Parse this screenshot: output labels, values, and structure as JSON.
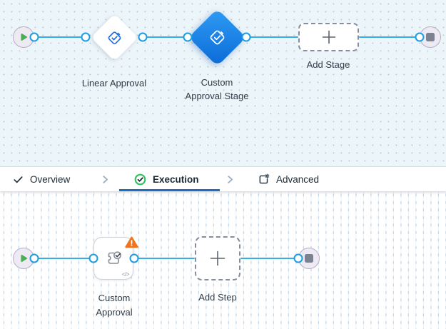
{
  "colors": {
    "edge_blue": "#36ade5",
    "port_blue": "#1e9ce0",
    "selected_blue_start": "#2f9cf4",
    "selected_blue_end": "#0b6ad6",
    "stage_icon_blue": "#1d6fe8",
    "play_green": "#4cae52",
    "ring_green": "#33c162",
    "warning_orange": "#f0741f",
    "active_tab_underline": "#1a6fc4",
    "canvas_top_bg": "#ecf5f9",
    "canvas_bottom_bg": "#ffffff"
  },
  "stage_canvas": {
    "nodes": [
      {
        "id": "start",
        "type": "start",
        "icon": "play-icon"
      },
      {
        "id": "linear-approval",
        "type": "stage",
        "label": "Linear Approval",
        "icon": "approval-stage-icon",
        "selected": false
      },
      {
        "id": "custom-approval-stage",
        "type": "stage",
        "label": "Custom Approval Stage",
        "icon": "approval-stage-icon",
        "selected": true
      },
      {
        "id": "add-stage",
        "type": "add",
        "label": "Add Stage",
        "icon": "plus-icon"
      },
      {
        "id": "end",
        "type": "end",
        "icon": "stop-icon"
      }
    ]
  },
  "tab_bar": {
    "tabs": [
      {
        "label": "Overview",
        "icon": "check-icon",
        "active": false
      },
      {
        "label": "Execution",
        "icon": "check-circle-icon",
        "active": true
      },
      {
        "label": "Advanced",
        "icon": "settings-box-icon",
        "active": false
      }
    ]
  },
  "step_canvas": {
    "nodes": [
      {
        "id": "start",
        "type": "start",
        "icon": "play-icon"
      },
      {
        "id": "custom-approval",
        "type": "step",
        "label": "Custom Approval",
        "icon": "puzzle-check-icon",
        "warning": true,
        "code_glyph": "</>"
      },
      {
        "id": "add-step",
        "type": "add",
        "label": "Add Step",
        "icon": "plus-icon"
      },
      {
        "id": "end",
        "type": "end",
        "icon": "stop-icon"
      }
    ]
  }
}
